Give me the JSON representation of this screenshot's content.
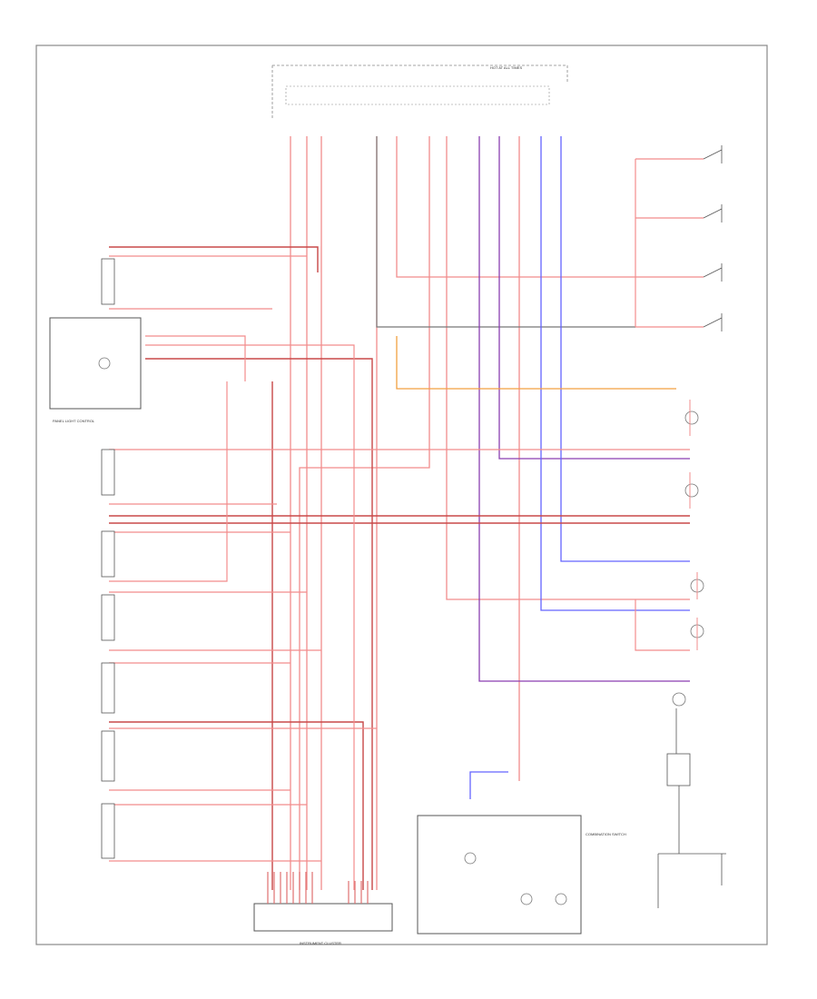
{
  "diagram": {
    "page_ref": "",
    "panel_light_control_label": "PANEL LIGHT CONTROL",
    "instrument_cluster_label": "INSTRUMENT CLUSTER",
    "combination_switch_label": "COMBINATION SWITCH",
    "hot_at_all_times_label": "HOT AT ALL TIMES",
    "wire_colors": {
      "red": "#f28c8c",
      "dark_red": "#c84848",
      "purple": "#8a3fb0",
      "blue": "#6464ff",
      "orange": "#f2a040",
      "gray": "#777777"
    }
  }
}
